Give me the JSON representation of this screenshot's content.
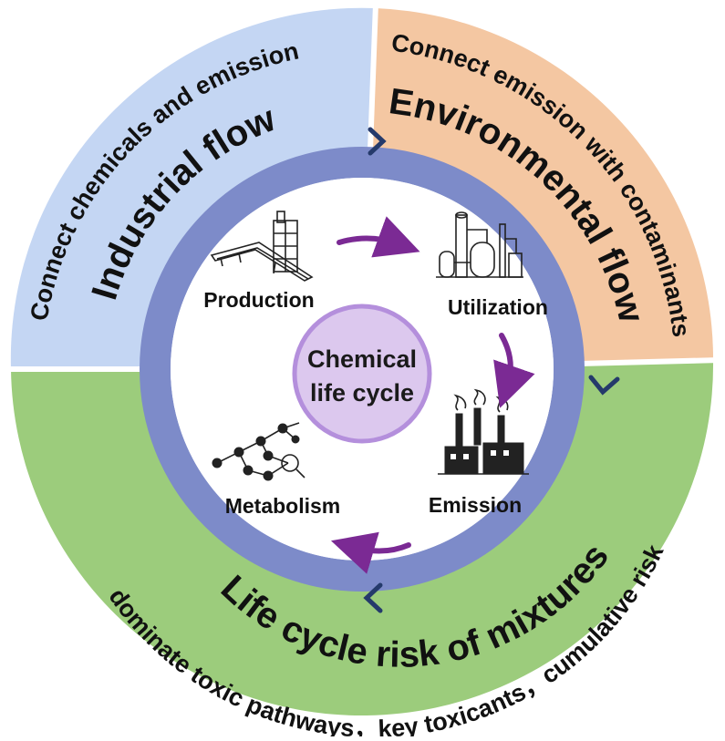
{
  "quadrants": {
    "industrial": {
      "subtitle": "Connect chemicals and emission",
      "title": "Industrial flow",
      "color": "#c4d6f3"
    },
    "environmental": {
      "subtitle": "Connect emission with contaminants",
      "title": "Environmental flow",
      "color": "#f4c7a2"
    },
    "mixtures": {
      "title": "Life cycle risk of mixtures",
      "subtitle": "dominate toxic pathways，key toxicants，cumulative risk",
      "color": "#9ccc7c"
    }
  },
  "inner_ring_color": "#7d8bc9",
  "arrow_color": "#7b2a94",
  "center": {
    "line1": "Chemical",
    "line2": "life cycle",
    "fill": "#dcc8ee",
    "stroke": "#b48fdc"
  },
  "stages": {
    "production": {
      "label": "Production",
      "icon": "factory-conveyor-icon"
    },
    "utilization": {
      "label": "Utilization",
      "icon": "chemical-plant-icon"
    },
    "emission": {
      "label": "Emission",
      "icon": "smokestack-icon"
    },
    "metabolism": {
      "label": "Metabolism",
      "icon": "metabolic-network-icon"
    }
  }
}
